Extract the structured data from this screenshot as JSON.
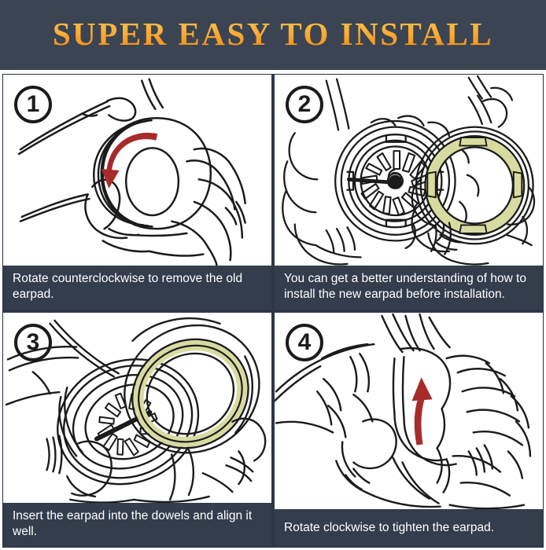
{
  "header": {
    "title": "SUPER EASY TO INSTALL",
    "background_color": "#3b4453",
    "text_gradient_from": "#fcc24a",
    "text_gradient_to": "#e8861a"
  },
  "theme": {
    "panel_background": "#ffffff",
    "caption_background": "#343d4c",
    "caption_text_color": "#ffffff",
    "line_art_color": "#1b1b1b",
    "arrow_color": "#a82b2b",
    "gasket_color": "#d8dba0",
    "divider_color": "#2f3745"
  },
  "panels": [
    {
      "step": "1",
      "step_name": "step-one",
      "caption": "Rotate counterclockwise to remove the old earpad.",
      "illustration": "hand-holding-headphone-earcup-with-curved-counterclockwise-arrow",
      "arrow_type": "curved-counterclockwise",
      "has_arrow": true,
      "has_gasket": false
    },
    {
      "step": "2",
      "step_name": "step-two",
      "caption": "You can get a better understanding of how to install the new earpad before installation.",
      "illustration": "two-hands-holding-earpad-back-and-headphone-cup-with-gasket-ring",
      "arrow_type": "none",
      "has_arrow": false,
      "has_gasket": true
    },
    {
      "step": "3",
      "step_name": "step-three",
      "caption": "Insert the earpad into the dowels and align it well.",
      "illustration": "angled-view-of-earpad-being-inserted-into-headphone-cup-dowels",
      "arrow_type": "none",
      "has_arrow": false,
      "has_gasket": true
    },
    {
      "step": "4",
      "step_name": "step-four",
      "caption": "Rotate clockwise to tighten the earpad.",
      "illustration": "two-hands-gripping-earcup-with-straight-upward-rotation-arrow",
      "arrow_type": "straight-up",
      "has_arrow": true,
      "has_gasket": false
    }
  ]
}
